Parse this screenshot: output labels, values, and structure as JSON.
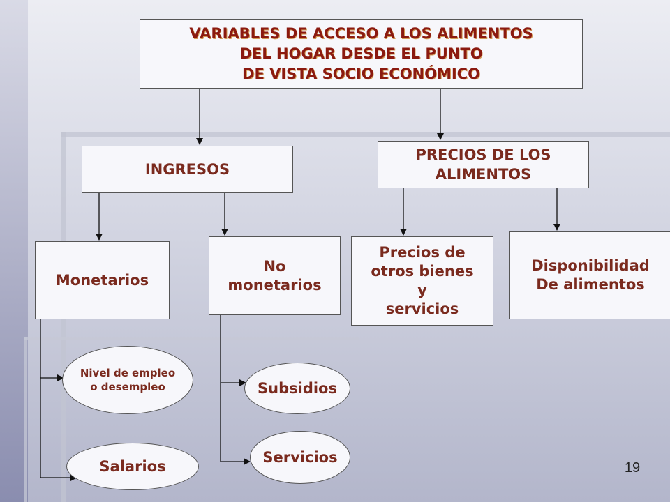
{
  "diagram": {
    "title": "VARIABLES DE ACCESO A LOS ALIMENTOS\nDEL HOGAR DESDE EL PUNTO\nDE VISTA SOCIO ECONÓMICO",
    "ingresos": "INGRESOS",
    "precios": "PRECIOS DE LOS\nALIMENTOS",
    "monetarios": "Monetarios",
    "no_monetarios": "No\nmonetarios",
    "precios_otros": "Precios de\notros bienes\ny\nservicios",
    "disponibilidad": "Disponibilidad\nDe alimentos",
    "nivel_empleo": "Nivel de empleo\no desempleo",
    "salarios": "Salarios",
    "subsidios": "Subsidios",
    "servicios": "Servicios"
  },
  "slide": {
    "page_number": "19"
  },
  "colors": {
    "text": "#7a2a1e",
    "title_text": "#8b1a10",
    "box_fill": "#f7f7fb",
    "connector": "#111111"
  }
}
